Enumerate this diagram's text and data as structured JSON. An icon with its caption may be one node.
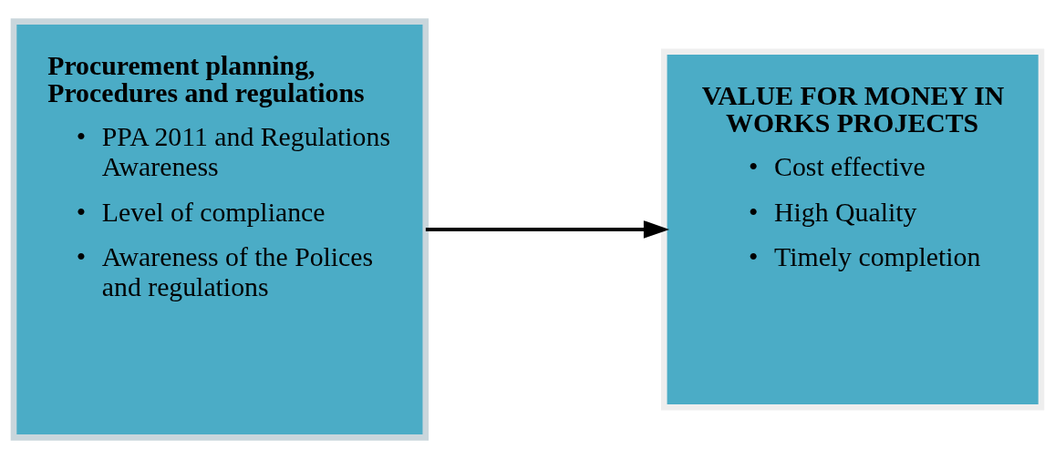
{
  "diagram": {
    "nodes": [
      {
        "text": [
          "Procurement planning, Procedures and regulations",
          "• PPA 2011 and Regulations Awareness",
          "• Level of compliance",
          "• Awareness of the Polices and regulations"
        ]
      },
      {
        "text": [
          "VALUE FOR MONEY IN WORKS PROJECTS",
          "• Cost effective",
          "• High Quality",
          "• Timely completion"
        ]
      }
    ],
    "edges": [
      {
        "from": 0,
        "to": 1,
        "arrow": "to"
      }
    ]
  }
}
